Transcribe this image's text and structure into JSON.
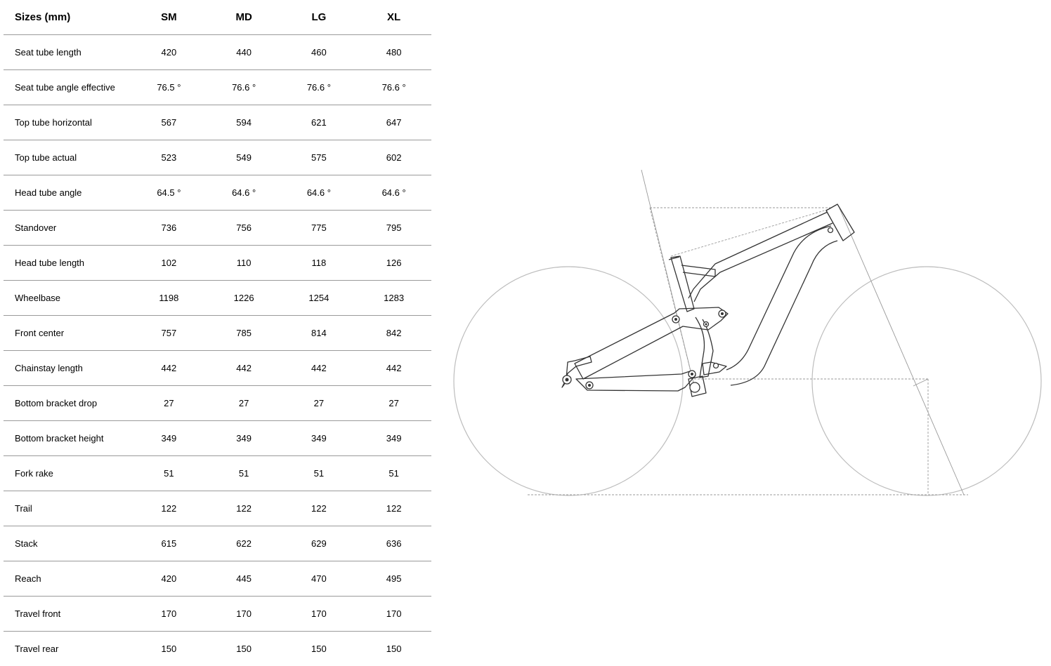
{
  "table": {
    "header": {
      "label": "Sizes (mm)",
      "sizes": [
        "SM",
        "MD",
        "LG",
        "XL"
      ]
    },
    "rows": [
      {
        "label": "Seat tube length",
        "values": [
          "420",
          "440",
          "460",
          "480"
        ]
      },
      {
        "label": "Seat tube angle effective",
        "values": [
          "76.5 °",
          "76.6 °",
          "76.6 °",
          "76.6 °"
        ]
      },
      {
        "label": "Top tube horizontal",
        "values": [
          "567",
          "594",
          "621",
          "647"
        ]
      },
      {
        "label": "Top tube actual",
        "values": [
          "523",
          "549",
          "575",
          "602"
        ]
      },
      {
        "label": "Head tube angle",
        "values": [
          "64.5 °",
          "64.6 °",
          "64.6 °",
          "64.6 °"
        ]
      },
      {
        "label": "Standover",
        "values": [
          "736",
          "756",
          "775",
          "795"
        ]
      },
      {
        "label": "Head tube length",
        "values": [
          "102",
          "110",
          "118",
          "126"
        ]
      },
      {
        "label": "Wheelbase",
        "values": [
          "1198",
          "1226",
          "1254",
          "1283"
        ]
      },
      {
        "label": "Front center",
        "values": [
          "757",
          "785",
          "814",
          "842"
        ]
      },
      {
        "label": "Chainstay length",
        "values": [
          "442",
          "442",
          "442",
          "442"
        ]
      },
      {
        "label": "Bottom bracket drop",
        "values": [
          "27",
          "27",
          "27",
          "27"
        ]
      },
      {
        "label": "Bottom bracket height",
        "values": [
          "349",
          "349",
          "349",
          "349"
        ]
      },
      {
        "label": "Fork rake",
        "values": [
          "51",
          "51",
          "51",
          "51"
        ]
      },
      {
        "label": "Trail",
        "values": [
          "122",
          "122",
          "122",
          "122"
        ]
      },
      {
        "label": "Stack",
        "values": [
          "615",
          "622",
          "629",
          "636"
        ]
      },
      {
        "label": "Reach",
        "values": [
          "420",
          "445",
          "470",
          "495"
        ]
      },
      {
        "label": "Travel front",
        "values": [
          "170",
          "170",
          "170",
          "170"
        ]
      },
      {
        "label": "Travel rear",
        "values": [
          "150",
          "150",
          "150",
          "150"
        ]
      }
    ]
  },
  "diagram": {
    "icon": "bike-frame-geometry-diagram",
    "line_color": "#333333",
    "guide_color": "#999999"
  }
}
